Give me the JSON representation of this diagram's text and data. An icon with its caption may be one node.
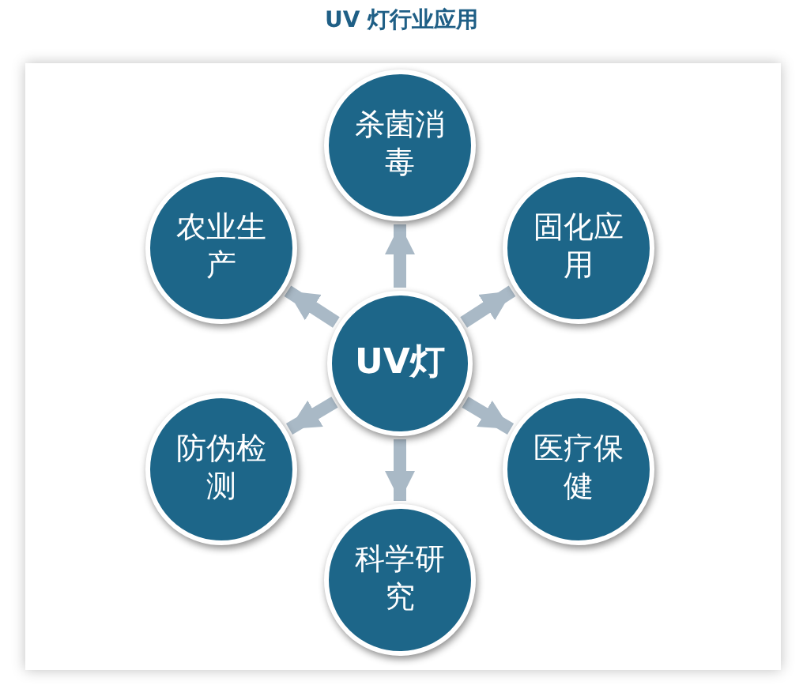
{
  "diagram": {
    "title": "UV 灯行业应用",
    "nodes": [
      {
        "text": [
          "杀菌消毒"
        ]
      },
      {
        "text": [
          "农业生产"
        ]
      },
      {
        "text": [
          "固化应用"
        ]
      },
      {
        "text": [
          "UV灯"
        ]
      },
      {
        "text": [
          "防伪检测"
        ]
      },
      {
        "text": [
          "医疗保健"
        ]
      },
      {
        "text": [
          "科学研究"
        ]
      }
    ],
    "edges": [
      {
        "from": 3,
        "to": 0,
        "arrow": "to"
      },
      {
        "from": 3,
        "to": 1,
        "arrow": "to"
      },
      {
        "from": 3,
        "to": 2,
        "arrow": "to"
      },
      {
        "from": 3,
        "to": 4,
        "arrow": "to"
      },
      {
        "from": 3,
        "to": 5,
        "arrow": "to"
      },
      {
        "from": 3,
        "to": 6,
        "arrow": "to"
      }
    ]
  }
}
